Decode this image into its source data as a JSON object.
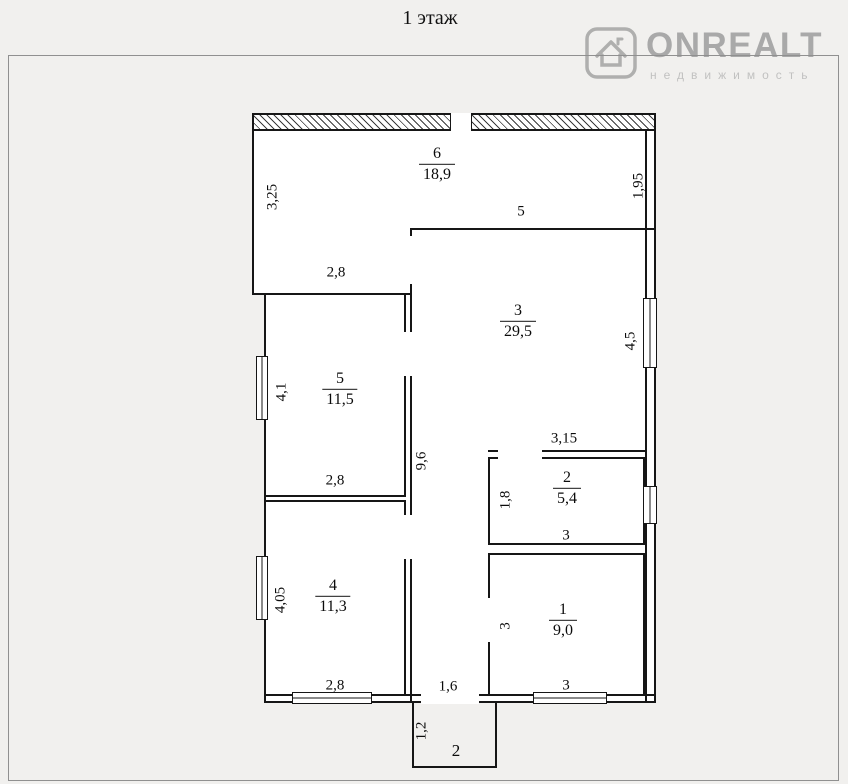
{
  "title": "1 этаж",
  "logo": {
    "brand": "ONREALT",
    "tagline": "недвижимость"
  },
  "rooms": {
    "r6": {
      "number": "6",
      "area": "18,9"
    },
    "r3": {
      "number": "3",
      "area": "29,5"
    },
    "r5": {
      "number": "5",
      "area": "11,5"
    },
    "r4": {
      "number": "4",
      "area": "11,3"
    },
    "r2": {
      "number": "2",
      "area": "5,4"
    },
    "r1": {
      "number": "1",
      "area": "9,0"
    }
  },
  "dims": {
    "r6_left": "3,25",
    "r6_right": "1,95",
    "r3_top": "5",
    "r5_top": "2,8",
    "r5_left": "4,1",
    "r5_bottom": "2,8",
    "r3_right": "4,5",
    "r3_bottom": "3,15",
    "hall_length": "9,6",
    "r2_left": "1,8",
    "r2_bottom": "3",
    "r4_left": "4,05",
    "r4_bottom": "2,8",
    "r1_left": "3",
    "r1_bottom": "3",
    "hall_bottom": "1,6",
    "porch_depth": "1,2",
    "porch_number": "2"
  }
}
